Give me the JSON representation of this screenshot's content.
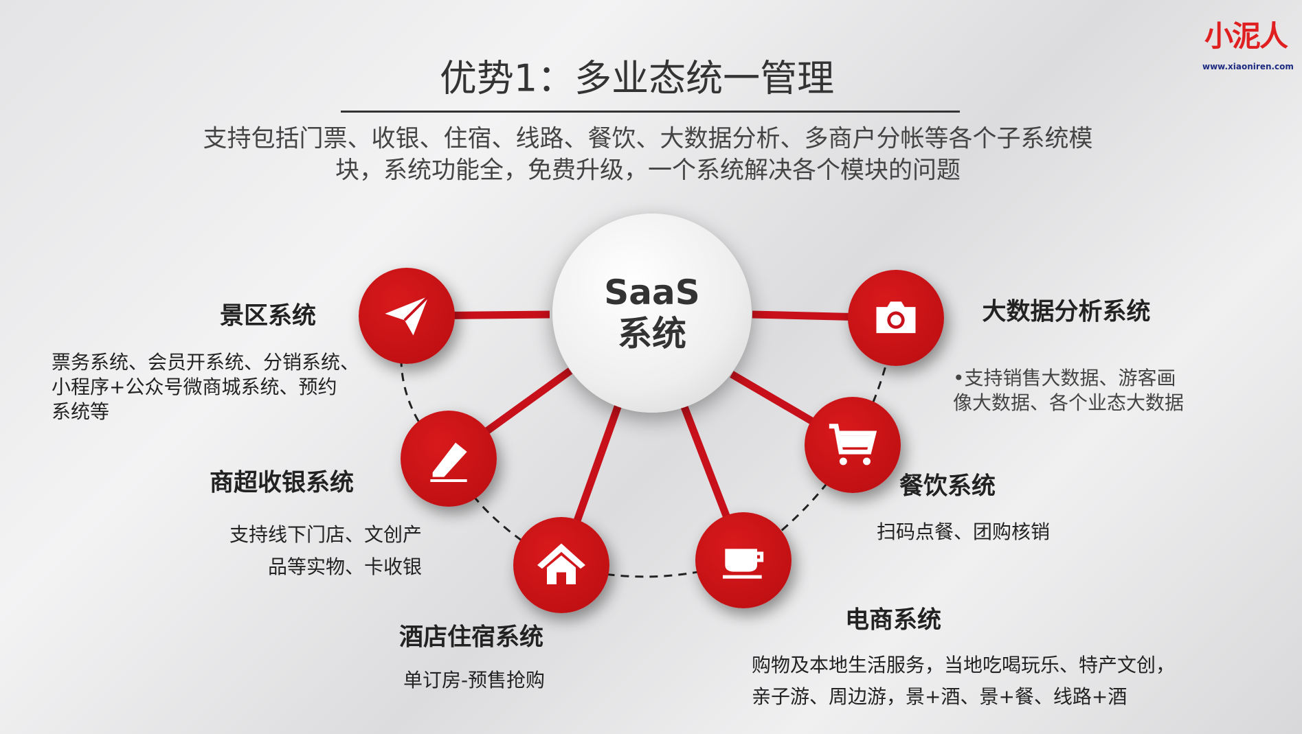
{
  "logo": {
    "text": "小泥人",
    "url": "www.xiaoniren.com"
  },
  "title": "优势1：多业态统一管理",
  "subtitle": [
    "支持包括门票、收银、住宿、线路、餐饮、大数据分析、多商户分帐等各个子系统模",
    "块，系统功能全，免费升级，一个系统解决各个模块的问题"
  ],
  "center": {
    "line1": "SaaS",
    "line2": "系统"
  },
  "accent": "#c8101a",
  "modules": {
    "scenic": {
      "label": "景区系统",
      "desc": [
        "票务系统、会员开系统、分销系统、",
        "小程序+公众号微商城系统、预约",
        "系统等"
      ],
      "icon": "paper-plane-icon"
    },
    "retail": {
      "label": "商超收银系统",
      "desc": [
        "支持线下门店、文创产",
        "品等实物、卡收银"
      ],
      "icon": "pen-icon"
    },
    "hotel": {
      "label": "酒店住宿系统",
      "desc": [
        "单订房-预售抢购"
      ],
      "icon": "house-icon"
    },
    "bigdata": {
      "label": "大数据分析系统",
      "desc": [
        "•支持销售大数据、游客画",
        "像大数据、各个业态大数据"
      ],
      "icon": "camera-icon"
    },
    "dining": {
      "label": "餐饮系统",
      "desc": [
        "扫码点餐、团购核销"
      ],
      "icon": "cart-icon"
    },
    "ecommerce": {
      "label": "电商系统",
      "desc": [
        "购物及本地生活服务，当地吃喝玩乐、特产文创，",
        "亲子游、周边游，景+酒、景+餐、线路+酒"
      ],
      "icon": "cup-icon"
    }
  }
}
